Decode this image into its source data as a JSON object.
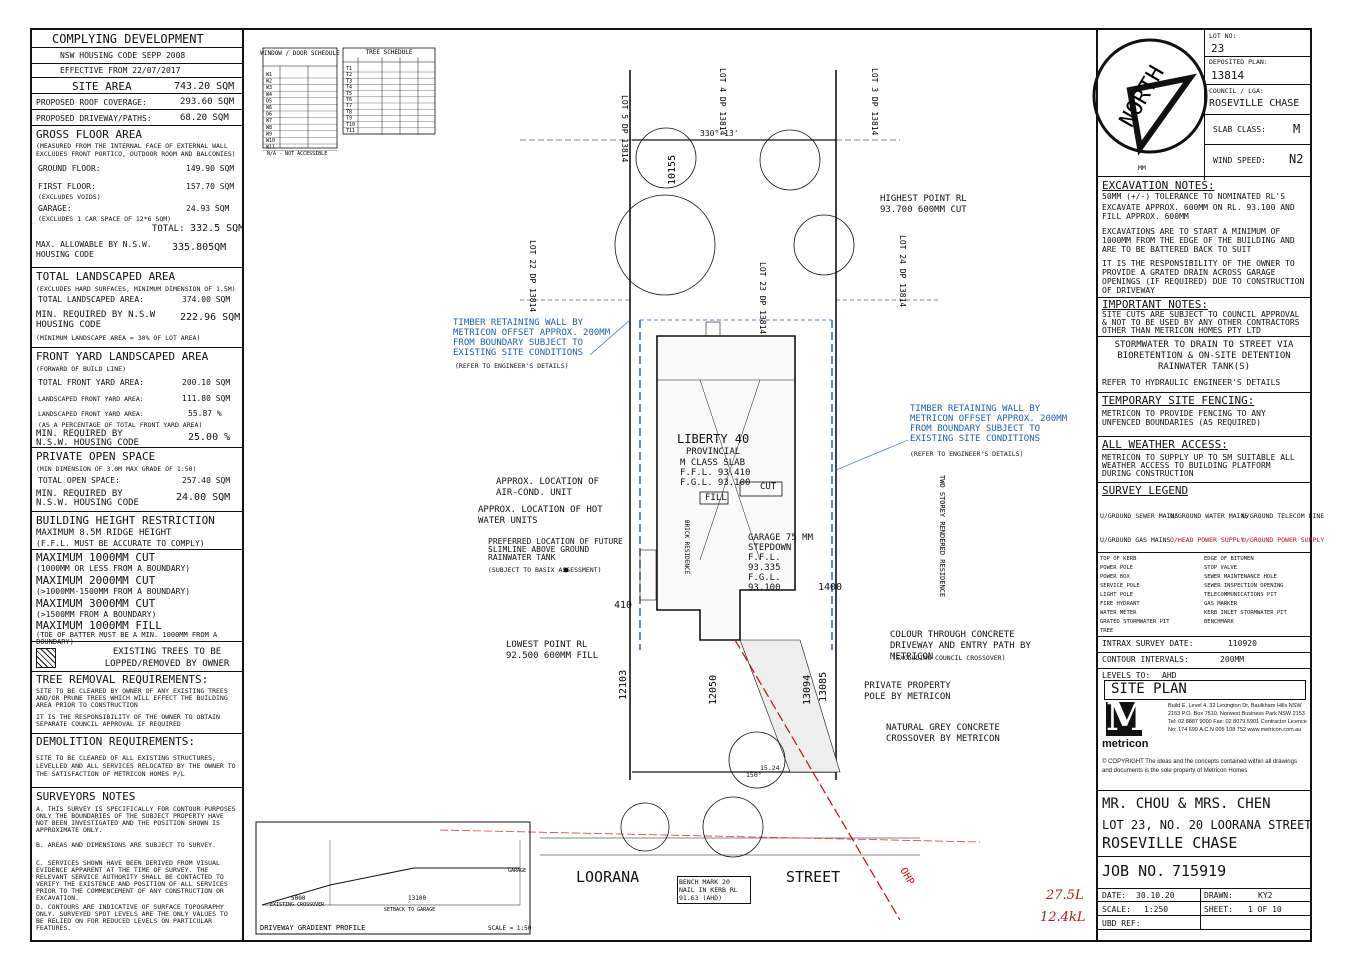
{
  "left_panel": {
    "complying_title": "COMPLYING DEVELOPMENT",
    "housing_code": "NSW HOUSING CODE SEPP 2008",
    "effective": "EFFECTIVE FROM 22/07/2017",
    "site_area_label": "SITE AREA",
    "site_area_value": "743.20 SQM",
    "roof_coverage_label": "PROPOSED ROOF COVERAGE:",
    "roof_coverage_value": "293.60 SQM",
    "driveway_label": "PROPOSED DRIVEWAY/PATHS:",
    "driveway_value": "68.20 SQM",
    "gfa_title": "GROSS FLOOR AREA",
    "gfa_note": "(MEASURED FROM THE INTERNAL FACE OF EXTERNAL WALL EXCLUDES FRONT PORTICO, OUTDOOR ROOM AND BALCONIES)",
    "ground_floor_label": "GROUND FLOOR:",
    "ground_floor_value": "149.90 SQM",
    "first_floor_label": "FIRST FLOOR:",
    "first_floor_value": "157.70 SQM",
    "excludes_voids": "(EXCLUDES VOIDS)",
    "garage_label": "GARAGE:",
    "garage_value": "24.93 SQM",
    "garage_note": "(EXCLUDES 1 CAR SPACE OF 12*6 SQM)",
    "total_label": "TOTAL:",
    "total_value": "332.5 SQM",
    "max_allow_label": "MAX. ALLOWABLE BY N.S.W. HOUSING CODE",
    "max_allow_value": "335.805QM",
    "landscaped_title": "TOTAL LANDSCAPED AREA",
    "landscaped_note": "(EXCLUDES HARD SURFACES, MINIMUM DIMENSION OF 1.5M)",
    "total_landscaped_label": "TOTAL LANDSCAPED AREA:",
    "total_landscaped_value": "374.00 SQM",
    "min_req_label": "MIN. REQUIRED BY N.S.W HOUSING CODE",
    "min_req_value": "222.96 SQM",
    "min_landscape_note": "(MINIMUM LANDSCAPE AREA = 30% OF LOT AREA)",
    "front_yard_title": "FRONT YARD LANDSCAPED AREA",
    "forward_note": "(FORWARD OF BUILD LINE)",
    "total_front_label": "TOTAL FRONT YARD AREA:",
    "total_front_value": "200.10 SQM",
    "landscaped_front_label": "LANDSCAPED FRONT YARD AREA:",
    "landscaped_front_value": "111.80 SQM",
    "landscaped_front_pct_label": "LANDSCAPED FRONT YARD AREA:",
    "landscaped_front_pct_value": "55.87 %",
    "pct_note": "(AS A PERCENTAGE OF TOTAL FRONT YARD AREA)",
    "min_req2_label": "MIN. REQUIRED BY N.S.W. HOUSING CODE",
    "min_req2_value": "25.00 %",
    "pos_title": "PRIVATE OPEN SPACE",
    "pos_note": "(MIN DIMENSION OF 3.0M MAX GRADE OF 1:50)",
    "total_open_label": "TOTAL OPEN SPACE:",
    "total_open_value": "257.40 SQM",
    "min_req3_label": "MIN. REQUIRED BY N.S.W. HOUSING CODE",
    "min_req3_value": "24.00 SQM",
    "height_title": "BUILDING HEIGHT RESTRICTION",
    "max_ridge": "MAXIMUM 8.5M RIDGE HEIGHT",
    "ffl_note": "(F.F.L. MUST BE ACCURATE TO COMPLY)",
    "cut1_title": "MAXIMUM 1000MM CUT",
    "cut1_note": "(1000MM OR LESS FROM A BOUNDARY)",
    "cut2_title": "MAXIMUM 2000MM CUT",
    "cut2_note": "(>1000MM-1500MM FROM A BOUNDARY)",
    "cut3_title": "MAXIMUM 3000MM CUT",
    "cut3_note": "(>1500MM FROM A BOUNDARY)",
    "fill_title": "MAXIMUM 1000MM FILL",
    "fill_note": "(TOE OF BATTER MUST BE A MIN. 1000MM FROM A BOUNDARY)",
    "trees_lopped": "EXISTING TREES TO BE LOPPED/REMOVED BY OWNER",
    "tree_removal_title": "TREE REMOVAL REQUIREMENTS:",
    "tree_removal_text": "SITE TO BE CLEARED BY OWNER OF ANY EXISTING TREES AND/OR PRUNE TREES WHICH WILL EFFECT THE BUILDING AREA PRIOR TO CONSTRUCTION",
    "tree_removal_text2": "IT IS THE RESPONSIBILITY OF THE OWNER TO OBTAIN SEPARATE COUNCIL APPROVAL IF REQUIRED",
    "demolition_title": "DEMOLITION REQUIREMENTS:",
    "demolition_text": "SITE TO BE CLEARED OF ALL EXISTING STRUCTURES, LEVELLED AND ALL SERVICES RELOCATED BY THE OWNER TO THE SATISFACTION OF METRICON HOMES P/L",
    "surveyors_title": "SURVEYORS NOTES",
    "notes": [
      "A. THIS SURVEY IS SPECIFICALLY FOR CONTOUR PURPOSES ONLY THE BOUNDARIES OF THE SUBJECT PROPERTY HAVE NOT BEEN INVESTIGATED AND THE POSITION SHOWN IS APPROXIMATE ONLY.",
      "B. AREAS AND DIMENSIONS ARE SUBJECT TO SURVEY.",
      "C. SERVICES SHOWN HAVE BEEN DERIVED FROM VISUAL EVIDENCE APPARENT AT THE TIME OF SURVEY. THE RELEVANT SERVICE AUTHORITY SHALL BE CONTACTED TO VERIFY THE EXISTENCE AND POSITION OF ALL SERVICES PRIOR TO THE COMMENCEMENT OF ANY CONSTRUCTION OR EXCAVATION.",
      "D. CONTOURS ARE INDICATIVE OF SURFACE TOPOGRAPHY ONLY. SURVEYED SPOT LEVELS ARE THE ONLY VALUES TO BE RELIED ON FOR REDUCED LEVELS ON PARTICULAR FEATURES."
    ]
  },
  "schedules": {
    "window_title": "WINDOW / DOOR SCHEDULE",
    "window_rows": [
      "W1",
      "W2",
      "W3",
      "W4",
      "D5",
      "W6",
      "D6",
      "W7",
      "W8",
      "W9",
      "W10",
      "W11"
    ],
    "window_note": "N/A - NOT ACCESSIBLE",
    "tree_title": "TREE SCHEDULE",
    "tree_rows": [
      "T1",
      "T2",
      "T3",
      "T4",
      "T5",
      "T6",
      "T7",
      "T8",
      "T9",
      "T10",
      "T11"
    ]
  },
  "plan": {
    "lot5": "LOT 5 DP 13814",
    "lot4": "LOT 4 DP 13814",
    "lot3": "LOT 3 DP 13814",
    "lot22": "LOT 22 DP 13814",
    "lot23": "LOT 23 DP 13814",
    "lot24": "LOT 24 DP 13814",
    "bearing_top": "330° 13'",
    "dim_10155": "10155",
    "highest_point": "HIGHEST POINT RL 93.700 600MM CUT",
    "retaining_left": "TIMBER RETAINING WALL BY METRICON OFFSET APPROX. 200MM FROM BOUNDARY SUBJECT TO EXISTING SITE CONDITIONS",
    "retaining_left_ref": "(REFER TO ENGINEER'S DETAILS)",
    "retaining_right": "TIMBER RETAINING WALL BY METRICON OFFSET APPROX. 200MM FROM BOUNDARY SUBJECT TO EXISTING SITE CONDITIONS",
    "retaining_right_ref": "(REFER TO ENGINEER'S DETAILS)",
    "house_name": "LIBERTY 40",
    "house_facade": "PROVINCIAL",
    "slab": "M CLASS SLAB",
    "ffl": "F.F.L. 93.410",
    "fgl": "F.G.L. 93.100",
    "fill": "FILL",
    "cut": "CUT",
    "aircon": "APPROX. LOCATION OF AIR-COND. UNIT",
    "hot_water": "APPROX. LOCATION OF HOT WATER UNITS",
    "rainwater": "PREFERRED LOCATION OF FUTURE SLIMLINE ABOVE GROUND RAINWATER TANK",
    "rainwater_sub": "(SUBJECT TO BASIX ASSESSMENT)",
    "garage_text": "GARAGE 75 MM STEPDOWN F.F.L. 93.335 F.G.L. 93.100",
    "dim_410": "410",
    "dim_1400": "1400",
    "lowest_point": "LOWEST POINT RL 92.500 600MM FILL",
    "colour_driveway": "COLOUR THROUGH CONCRETE DRIVEWAY AND ENTRY PATH BY METRICON",
    "excluding_crossover": "(EXCLUDING COUNCIL CROSSOVER)",
    "pole": "PRIVATE PROPERTY POLE BY METRICON",
    "crossover": "NATURAL GREY CONCRETE CROSSOVER BY METRICON",
    "dim_12103": "12103",
    "dim_12050": "12050",
    "dim_13094": "13094",
    "dim_13085": "13085",
    "bearing_bottom": "150°",
    "dim_1524": "15.24",
    "street_left": "LOORANA",
    "street_right": "STREET",
    "bench_mark": "BENCH MARK 20 NAIL IN KERB RL 91.63 (AHD)",
    "neighbour": "TWO STOREY RENDERED RESIDENCE",
    "brick_res": "BRICK RESIDENCE",
    "driveway_profile": "DRIVEWAY GRADIENT PROFILE",
    "scale_profile": "SCALE = 1:50",
    "setback": "SETBACK TO GARAGE",
    "existing_crossover": "EXISTING CROSSOVER",
    "dim_5000": "5000",
    "dim_13100": "13100",
    "profile_garage": "GARAGE",
    "hand_1": "27.5L",
    "hand_2": "12.4kL"
  },
  "right_panel": {
    "lot_no_label": "LOT NO:",
    "lot_no": "23",
    "dp_label": "DEPOSITED PLAN:",
    "dp": "13814",
    "council_label": "COUNCIL / LGA:",
    "council": "ROSEVILLE CHASE",
    "north": "NORTH",
    "mm": "MM",
    "slab_class_label": "SLAB CLASS:",
    "slab_class": "M",
    "wind_label": "WIND SPEED:",
    "wind": "N2",
    "excavation_title": "EXCAVATION NOTES:",
    "excavation_1": "50MM (+/-) TOLERANCE TO NOMINATED RL'S",
    "excavation_2": "EXCAVATE APPROX. 600MM ON RL. 93.100 AND FILL APPROX. 600MM",
    "excavation_3": "EXCAVATIONS ARE TO START A MINIMUM OF 1000MM FROM THE EDGE OF THE BUILDING AND ARE TO BE BATTERED BACK TO SUIT",
    "excavation_4": "IT IS THE RESPONSIBILITY OF THE OWNER TO PROVIDE A GRATED DRAIN ACROSS GARAGE OPENINGS (IF REQUIRED) DUE TO CONSTRUCTION OF DRIVEWAY",
    "important_title": "IMPORTANT NOTES:",
    "important_text": "SITE CUTS ARE SUBJECT TO COUNCIL APPROVAL & NOT TO BE USED BY ANY OTHER CONTRACTORS OTHER THAN METRICON HOMES PTY LTD",
    "stormwater": "STORMWATER TO DRAIN TO STREET VIA BIORETENTION & ON-SITE DETENTION RAINWATER TANK(S)",
    "stormwater_ref": "REFER TO HYDRAULIC ENGINEER'S DETAILS",
    "fencing_title": "TEMPORARY SITE FENCING:",
    "fencing_text": "METRICON TO PROVIDE FENCING TO ANY UNFENCED BOUNDARIES (AS REQUIRED)",
    "weather_title": "ALL WEATHER ACCESS:",
    "weather_text": "METRICON TO SUPPLY UP TO 5M SUITABLE ALL WEATHER ACCESS TO BUILDING PLATFORM DURING CONSTRUCTION",
    "legend_title": "SURVEY LEGEND",
    "legend_lines": [
      "U/GROUND SEWER MAINS",
      "U/GROUND WATER MAINS",
      "U/GROUND TELECOM LINE",
      "U/GROUND GAS MAINS",
      "O/HEAD POWER SUPPLY",
      "U/GROUND POWER SUPPLY"
    ],
    "legend_symbols": [
      "TOP OF KERB",
      "EDGE OF BITUMEN",
      "POWER POLE",
      "STOP VALVE",
      "POWER BOX",
      "SEWER MAINTENANCE HOLE",
      "SERVICE POLE",
      "SEWER INSPECTION OPENING",
      "LIGHT POLE",
      "TELECOMMUNICATIONS PIT",
      "FIRE HYDRANT",
      "GAS MARKER",
      "WATER METER",
      "KERB INLET STORMWATER PIT",
      "GRATED STORMWATER PIT",
      "BENCHMARK",
      "TREE"
    ],
    "intrax_label": "INTRAX SURVEY DATE:",
    "intrax": "110920",
    "contour_label": "CONTOUR INTERVALS:",
    "contour": "200MM",
    "levels_label": "LEVELS TO:",
    "levels": "AHD",
    "site_plan": "SITE PLAN",
    "company_address": "Build E, Level 4, 32 Lexington Dr, Baulkham Hills NSW 2153 P.O. Box 7510, Norwest Business Park NSW 2153 Tel: 02 8887 9000 Fax: 02 8079 5901 Contractor Licence No: 174 699 A.C.N 005 108 752 www.metricon.com.au",
    "brand": "metricon",
    "copyright": "© COPYRIGHT The ideas and the concepts contained within all drawings and documents is the sole property of Metricon Homes",
    "client": "MR. CHOU & MRS. CHEN",
    "address1": "LOT 23, NO. 20 LOORANA STREET",
    "address2": "ROSEVILLE CHASE",
    "job_label": "JOB No.",
    "job": "715919",
    "date_label": "DATE:",
    "date": "30.10.20",
    "drawn_label": "DRAWN:",
    "drawn": "KY2",
    "scale_label": "SCALE:",
    "scale": "1:250",
    "sheet_label": "SHEET:",
    "sheet": "1 OF 10",
    "ubd_label": "UBD REF:"
  }
}
